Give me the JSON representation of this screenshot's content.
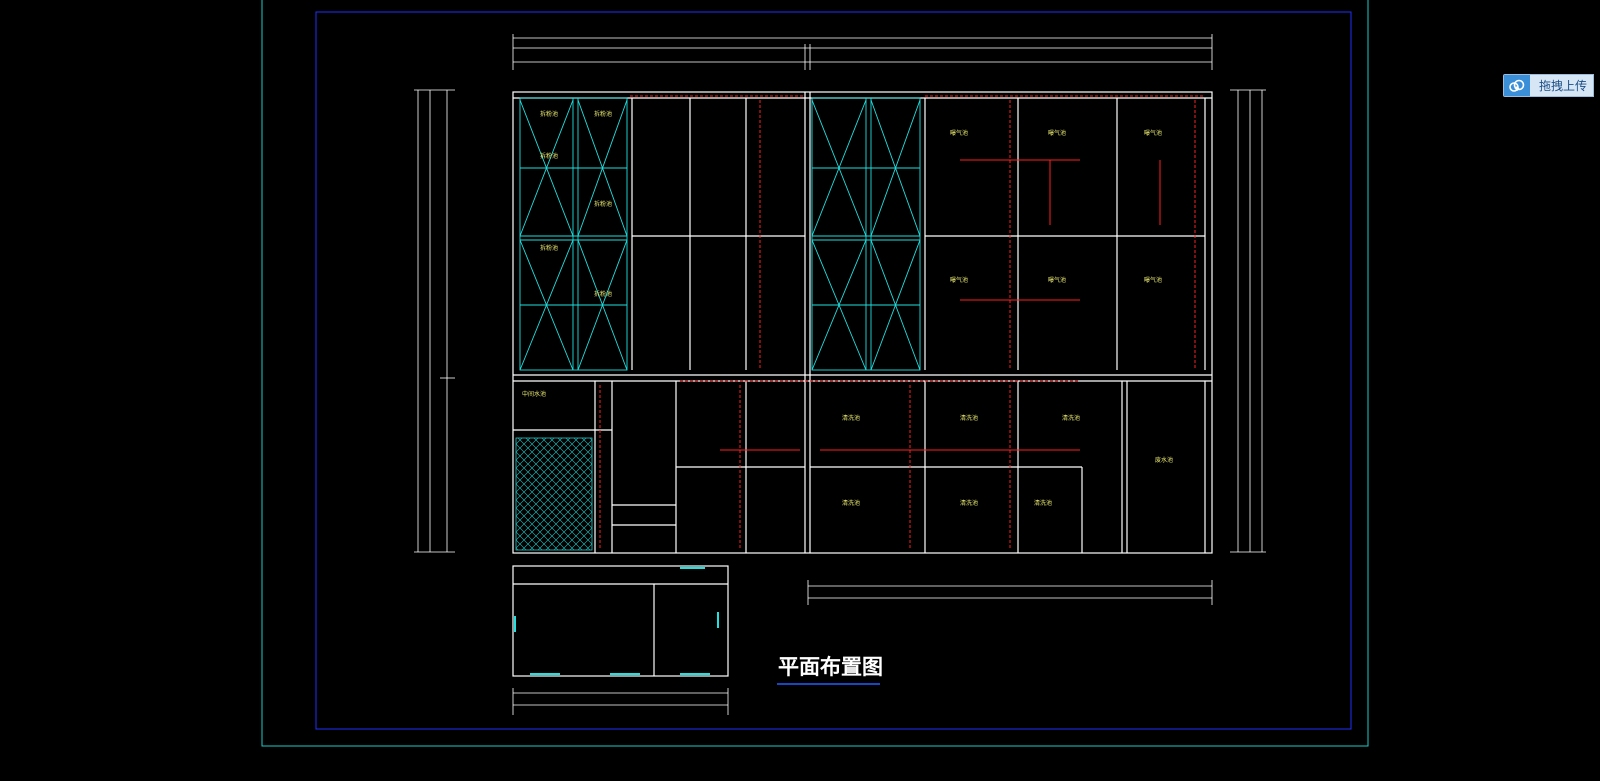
{
  "drawing": {
    "title": "平面布置图",
    "room_labels": {
      "scrap_pool": "拆粉池",
      "cleaning_pool": "清洗池",
      "middle_pool": "中间水池",
      "waste_pool": "废水池",
      "aeration": "曝气池"
    },
    "colors": {
      "background": "#000000",
      "wall": "#ffffff",
      "pipe": "#ff2020",
      "tank": "#20e0e0",
      "frame_outer": "#20c8c8",
      "frame_inner": "#2030ff",
      "label": "#e8e870"
    }
  },
  "toolbar": {
    "upload_label": "拖拽上传",
    "upload_icon": "cloud-upload-icon"
  }
}
